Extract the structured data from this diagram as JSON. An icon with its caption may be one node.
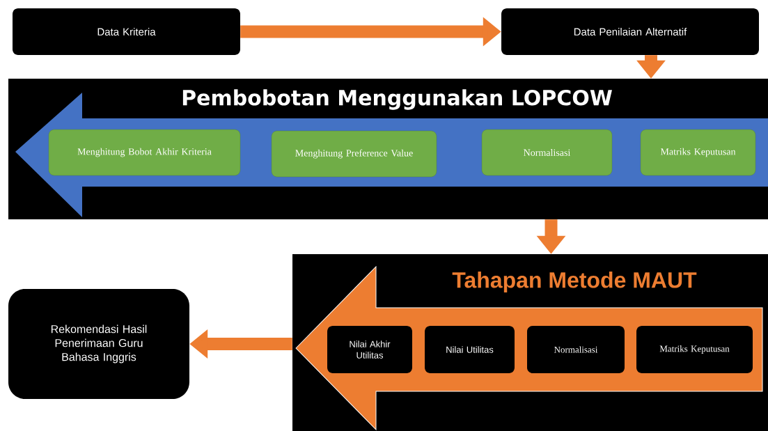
{
  "diagram": {
    "nodes": [
      {
        "text": [
          "Data Kriteria"
        ]
      },
      {
        "text": [
          "Data Penilaian Alternatif"
        ]
      },
      {
        "text": [
          "Pembobotan Menggunakan LOPCOW"
        ]
      },
      {
        "text": [
          "Menghitung Bobot Akhir Kriteria"
        ],
        "in": 2
      },
      {
        "text": [
          "Menghitung Preference Value"
        ],
        "in": 2
      },
      {
        "text": [
          "Normalisasi"
        ],
        "in": 2
      },
      {
        "text": [
          "Matriks Keputusan"
        ],
        "in": 2
      },
      {
        "text": [
          "Tahapan Metode MAUT"
        ]
      },
      {
        "text": [
          "Nilai Akhir Utilitas"
        ],
        "in": 7
      },
      {
        "text": [
          "Nilai Utilitas"
        ],
        "in": 7
      },
      {
        "text": [
          "Normalisasi"
        ],
        "in": 7
      },
      {
        "text": [
          "Matriks Keputusan"
        ],
        "in": 7
      },
      {
        "text": [
          "Rekomendasi Hasil Penerimaan Guru Bahasa Inggris"
        ]
      }
    ],
    "edges": [
      {
        "from": 0,
        "to": 1,
        "arrow": "to"
      },
      {
        "from": 1,
        "to": 2,
        "arrow": "to"
      },
      {
        "from": 2,
        "to": 7,
        "arrow": "to"
      },
      {
        "from": 7,
        "to": 12,
        "arrow": "to"
      }
    ]
  }
}
